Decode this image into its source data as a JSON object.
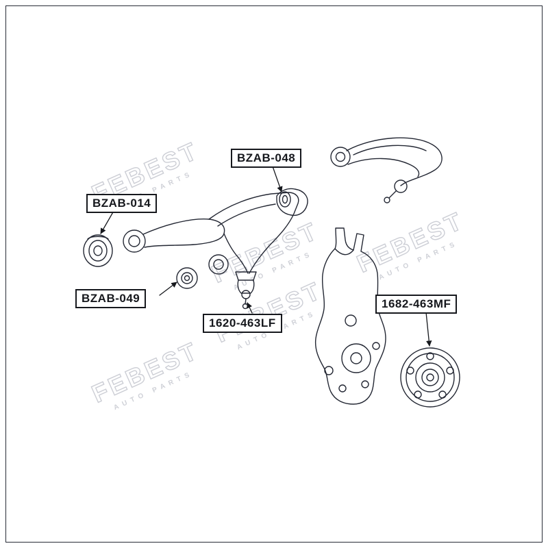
{
  "figure": {
    "watermark": {
      "brand": "FEBEST",
      "tagline": "AUTO PARTS"
    },
    "labels": [
      {
        "text": "BZAB-048"
      },
      {
        "text": "BZAB-014"
      },
      {
        "text": "BZAB-049"
      },
      {
        "text": "1620-463LF"
      },
      {
        "text": "1682-463MF"
      }
    ]
  }
}
